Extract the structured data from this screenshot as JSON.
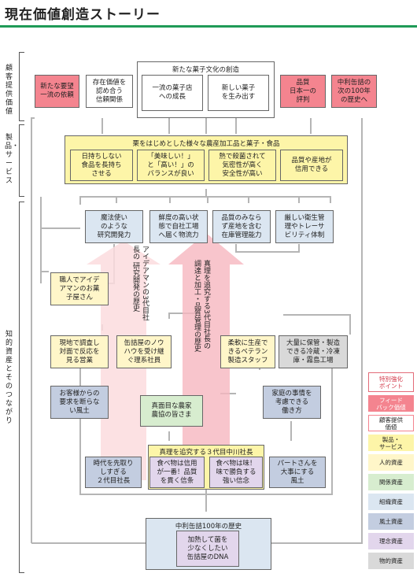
{
  "title": "現在価値創造ストーリー",
  "side_labels": {
    "customer_value": "顧客提供価値",
    "products_services": "製品・サービス",
    "intellectual_assets": "知的資産とそのつながり"
  },
  "culture": {
    "title": "新たな菓子文化の創造",
    "items": [
      "一流の菓子店\nへの成長",
      "新しい菓子\nを生み出す"
    ]
  },
  "top_row": [
    "新たな要望\n一流の依頼",
    "存在価値を\n認め合う\n信頼関係",
    "品質\n日本一の\n評判",
    "中利缶詰の\n次の100年\nの歴史へ"
  ],
  "products": {
    "title": "栗をはじめとした様々な農産加工品と菓子・食品",
    "items": [
      "日持ちしない\n食品を長持ち\nさせる",
      "「美味しい！」\nと「高い！」の\nバランスが良い",
      "熱で殺菌されて\n気密性が高く\n安全性が高い",
      "品質や産地が\n信用できる"
    ]
  },
  "org_row": [
    "魔法使い\nのような\n研究開発力",
    "鮮度の高い状\n態で自社工場\nへ届く物流力",
    "品質のみなら\nず産地を含む\n在庫管理能力",
    "厳しい衛生管\n理やトレーサ\nビリティ体制"
  ],
  "relations": {
    "craftsman": "職人でアイデ\nアマンのお菓\n子屋さん",
    "field": "現地で調査し\n対面で反応を\n見る営業",
    "can_knowhow": "缶詰屋のノウ\nハウを受け継\nぐ理系社員",
    "veteran": "柔軟に生産で\nきるベテラン\n製造スタッフ",
    "storage": "大量に保管・製造\nできる冷蔵・冷凍\n庫・霧島工場",
    "no_refuse": "お客様からの\n要求を断らな\nい風土",
    "farmers": "真面目な農家\n農協の皆さま",
    "family": "家庭の事情を\n考慮できる\n働き方"
  },
  "arrows": {
    "idea": "アイデアマンの3代目社長の\n研究開発の歴史",
    "truth": "真理を追究する3代目社長の\n調達と加工・品質管理の歴史"
  },
  "president": {
    "title": "真理を追究する３代目中川社長",
    "items": [
      "食べ物は信用\nが一番！品質\nを貫く信条",
      "食べ物は味！\n味で勝負する\n強い信念"
    ]
  },
  "bottom_sides": [
    "時代を先取り\nしすぎる\n２代目社長",
    "パートさんを\n大事にする\n風土"
  ],
  "history": {
    "title": "中利缶詰100年の歴史",
    "dna": "加熱して菌を\n少なくしたい\n缶詰屋のDNA"
  },
  "legend": {
    "header": "特別強化\nポイント",
    "items": [
      {
        "label": "フィード\nバック価値",
        "color": "#f4848f"
      },
      {
        "label": "顧客提供\n価値",
        "color": "#ffffff"
      },
      {
        "label": "製品・\nサービス",
        "color": "#fdf5a8"
      },
      {
        "label": "人的資産",
        "color": "#fff6c9"
      },
      {
        "label": "関係資産",
        "color": "#d7edcf"
      },
      {
        "label": "組織資産",
        "color": "#dbe6f1"
      },
      {
        "label": "風土資産",
        "color": "#c3cde0"
      },
      {
        "label": "理念資産",
        "color": "#e2d6ec"
      },
      {
        "label": "物的資産",
        "color": "#d9d9d9"
      }
    ]
  }
}
